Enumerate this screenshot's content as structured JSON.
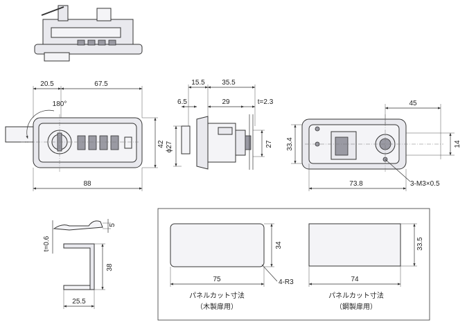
{
  "dimensions": {
    "front_left": "20.5",
    "front_width": "67.5",
    "rotation": "180°",
    "front_height": "42",
    "front_total": "88",
    "side_a": "15.5",
    "side_b": "35.5",
    "side_c": "6.5",
    "side_d": "29",
    "side_t": "t=2.3",
    "side_dia": "ϕ27",
    "side_h": "27",
    "back_h": "33.4",
    "back_w": "45",
    "back_14": "14",
    "back_total": "73.8",
    "back_screws": "3-M3×0.5",
    "bracket_5": "5",
    "bracket_t": "t=0.6",
    "bracket_38": "38",
    "bracket_w": "25.5"
  },
  "cutouts": {
    "wood": {
      "height": "34",
      "width": "75",
      "radius": "4-R3",
      "label": "パネルカット寸法",
      "sublabel": "（木製扉用）"
    },
    "steel": {
      "height": "33.5",
      "width": "74",
      "label": "パネルカット寸法",
      "sublabel": "（鋼製扉用）"
    }
  }
}
